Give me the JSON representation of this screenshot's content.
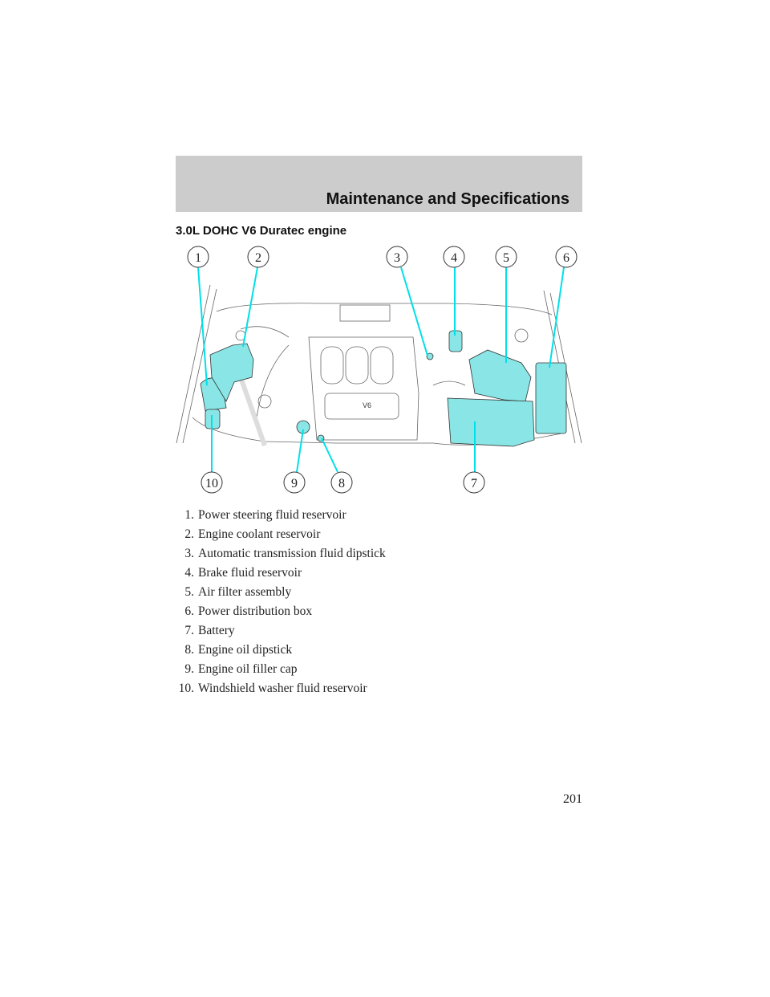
{
  "header": {
    "title": "Maintenance and Specifications"
  },
  "section_title": "3.0L DOHC V6 Duratec engine",
  "figure": {
    "callouts": [
      "1",
      "2",
      "3",
      "4",
      "5",
      "6",
      "7",
      "8",
      "9",
      "10"
    ],
    "engine_badge": "V6",
    "highlight_color": "#8ae6e6",
    "leader_color": "#00e0e8"
  },
  "components": [
    {
      "num": "1.",
      "label": "Power steering fluid reservoir"
    },
    {
      "num": "2.",
      "label": "Engine coolant reservoir"
    },
    {
      "num": "3.",
      "label": "Automatic transmission fluid dipstick"
    },
    {
      "num": "4.",
      "label": "Brake fluid reservoir"
    },
    {
      "num": "5.",
      "label": "Air filter assembly"
    },
    {
      "num": "6.",
      "label": "Power distribution box"
    },
    {
      "num": "7.",
      "label": "Battery"
    },
    {
      "num": "8.",
      "label": "Engine oil dipstick"
    },
    {
      "num": "9.",
      "label": "Engine oil filler cap"
    },
    {
      "num": "10.",
      "label": "Windshield washer fluid reservoir"
    }
  ],
  "page_number": "201"
}
